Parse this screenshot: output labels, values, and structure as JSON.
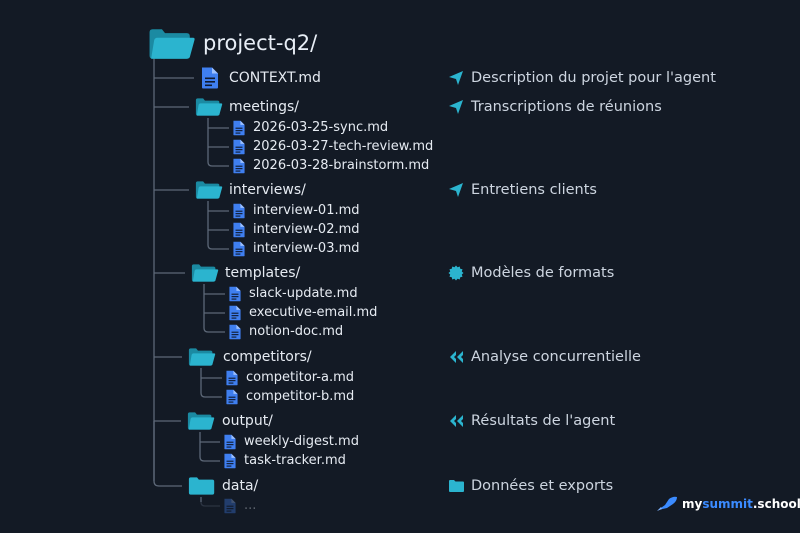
{
  "root": {
    "name": "project-q2/",
    "icon": "folder-open-icon"
  },
  "entries": [
    {
      "type": "file",
      "label": "CONTEXT.md",
      "icon": "doc-icon",
      "description": "Description du projet pour l'agent",
      "desc_icon": "navigation-arrow-icon"
    },
    {
      "type": "folder",
      "label": "meetings/",
      "icon": "folder-open-icon",
      "description": "Transcriptions de réunions",
      "desc_icon": "navigation-arrow-icon",
      "children": [
        "2026-03-25-sync.md",
        "2026-03-27-tech-review.md",
        "2026-03-28-brainstorm.md"
      ]
    },
    {
      "type": "folder",
      "label": "interviews/",
      "icon": "folder-open-icon",
      "description": "Entretiens clients",
      "desc_icon": "navigation-arrow-icon",
      "children": [
        "interview-01.md",
        "interview-02.md",
        "interview-03.md"
      ]
    },
    {
      "type": "folder",
      "label": "templates/",
      "icon": "folder-open-icon",
      "description": "Modèles de formats",
      "desc_icon": "badge-seal-icon",
      "children": [
        "slack-update.md",
        "executive-email.md",
        "notion-doc.md"
      ]
    },
    {
      "type": "folder",
      "label": "competitors/",
      "icon": "folder-open-icon",
      "description": "Analyse concurrentielle",
      "desc_icon": "double-chevron-left-icon",
      "children": [
        "competitor-a.md",
        "competitor-b.md"
      ]
    },
    {
      "type": "folder",
      "label": "output/",
      "icon": "folder-open-icon",
      "description": "Résultats de l'agent",
      "desc_icon": "double-chevron-left-icon",
      "children": [
        "weekly-digest.md",
        "task-tracker.md"
      ]
    },
    {
      "type": "folder",
      "label": "data/",
      "icon": "folder-closed-icon",
      "description": "Données et exports",
      "desc_icon": "folder-small-icon",
      "children": [
        "..."
      ]
    }
  ],
  "brand": {
    "name_prefix": "my",
    "name_accent": "summit",
    "name_suffix": ".school",
    "icon": "rocket-icon"
  },
  "colors": {
    "background": "#131a25",
    "folder": "#2bb4cf",
    "folder_dark": "#1b8aa2",
    "file": "#3f7ff0",
    "tree_line": "#5d6878",
    "accent": "#3b8bff"
  }
}
